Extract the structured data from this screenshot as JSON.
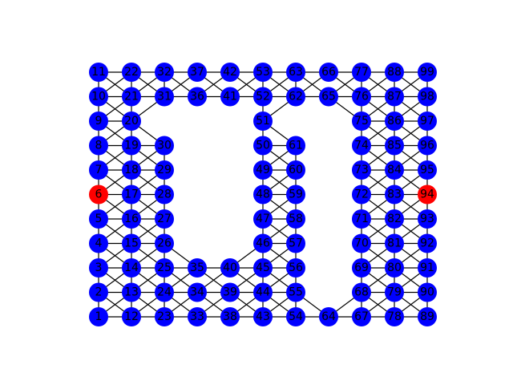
{
  "colors": {
    "node_default": "#0000ff",
    "node_highlight": "#ff0000",
    "edge": "#000000",
    "label": "#000000",
    "background": "#ffffff"
  },
  "highlighted_nodes": [
    "6",
    "94"
  ],
  "nodes": [
    {
      "id": "1",
      "col": 0,
      "row": 0
    },
    {
      "id": "2",
      "col": 0,
      "row": 1
    },
    {
      "id": "3",
      "col": 0,
      "row": 2
    },
    {
      "id": "4",
      "col": 0,
      "row": 3
    },
    {
      "id": "5",
      "col": 0,
      "row": 4
    },
    {
      "id": "6",
      "col": 0,
      "row": 5
    },
    {
      "id": "7",
      "col": 0,
      "row": 6
    },
    {
      "id": "8",
      "col": 0,
      "row": 7
    },
    {
      "id": "9",
      "col": 0,
      "row": 8
    },
    {
      "id": "10",
      "col": 0,
      "row": 9
    },
    {
      "id": "11",
      "col": 0,
      "row": 10
    },
    {
      "id": "12",
      "col": 1,
      "row": 0
    },
    {
      "id": "13",
      "col": 1,
      "row": 1
    },
    {
      "id": "14",
      "col": 1,
      "row": 2
    },
    {
      "id": "15",
      "col": 1,
      "row": 3
    },
    {
      "id": "16",
      "col": 1,
      "row": 4
    },
    {
      "id": "17",
      "col": 1,
      "row": 5
    },
    {
      "id": "18",
      "col": 1,
      "row": 6
    },
    {
      "id": "19",
      "col": 1,
      "row": 7
    },
    {
      "id": "20",
      "col": 1,
      "row": 8
    },
    {
      "id": "21",
      "col": 1,
      "row": 9
    },
    {
      "id": "22",
      "col": 1,
      "row": 10
    },
    {
      "id": "23",
      "col": 2,
      "row": 0
    },
    {
      "id": "24",
      "col": 2,
      "row": 1
    },
    {
      "id": "25",
      "col": 2,
      "row": 2
    },
    {
      "id": "26",
      "col": 2,
      "row": 3
    },
    {
      "id": "27",
      "col": 2,
      "row": 4
    },
    {
      "id": "28",
      "col": 2,
      "row": 5
    },
    {
      "id": "29",
      "col": 2,
      "row": 6
    },
    {
      "id": "30",
      "col": 2,
      "row": 7
    },
    {
      "id": "31",
      "col": 2,
      "row": 9
    },
    {
      "id": "32",
      "col": 2,
      "row": 10
    },
    {
      "id": "33",
      "col": 3,
      "row": 0
    },
    {
      "id": "34",
      "col": 3,
      "row": 1
    },
    {
      "id": "35",
      "col": 3,
      "row": 2
    },
    {
      "id": "36",
      "col": 3,
      "row": 9
    },
    {
      "id": "37",
      "col": 3,
      "row": 10
    },
    {
      "id": "38",
      "col": 4,
      "row": 0
    },
    {
      "id": "39",
      "col": 4,
      "row": 1
    },
    {
      "id": "40",
      "col": 4,
      "row": 2
    },
    {
      "id": "41",
      "col": 4,
      "row": 9
    },
    {
      "id": "42",
      "col": 4,
      "row": 10
    },
    {
      "id": "43",
      "col": 5,
      "row": 0
    },
    {
      "id": "44",
      "col": 5,
      "row": 1
    },
    {
      "id": "45",
      "col": 5,
      "row": 2
    },
    {
      "id": "46",
      "col": 5,
      "row": 3
    },
    {
      "id": "47",
      "col": 5,
      "row": 4
    },
    {
      "id": "48",
      "col": 5,
      "row": 5
    },
    {
      "id": "49",
      "col": 5,
      "row": 6
    },
    {
      "id": "50",
      "col": 5,
      "row": 7
    },
    {
      "id": "51",
      "col": 5,
      "row": 8
    },
    {
      "id": "52",
      "col": 5,
      "row": 9
    },
    {
      "id": "53",
      "col": 5,
      "row": 10
    },
    {
      "id": "54",
      "col": 6,
      "row": 0
    },
    {
      "id": "55",
      "col": 6,
      "row": 1
    },
    {
      "id": "56",
      "col": 6,
      "row": 2
    },
    {
      "id": "57",
      "col": 6,
      "row": 3
    },
    {
      "id": "58",
      "col": 6,
      "row": 4
    },
    {
      "id": "59",
      "col": 6,
      "row": 5
    },
    {
      "id": "60",
      "col": 6,
      "row": 6
    },
    {
      "id": "61",
      "col": 6,
      "row": 7
    },
    {
      "id": "62",
      "col": 6,
      "row": 9
    },
    {
      "id": "63",
      "col": 6,
      "row": 10
    },
    {
      "id": "64",
      "col": 7,
      "row": 0
    },
    {
      "id": "65",
      "col": 7,
      "row": 9
    },
    {
      "id": "66",
      "col": 7,
      "row": 10
    },
    {
      "id": "67",
      "col": 8,
      "row": 0
    },
    {
      "id": "68",
      "col": 8,
      "row": 1
    },
    {
      "id": "69",
      "col": 8,
      "row": 2
    },
    {
      "id": "70",
      "col": 8,
      "row": 3
    },
    {
      "id": "71",
      "col": 8,
      "row": 4
    },
    {
      "id": "72",
      "col": 8,
      "row": 5
    },
    {
      "id": "73",
      "col": 8,
      "row": 6
    },
    {
      "id": "74",
      "col": 8,
      "row": 7
    },
    {
      "id": "75",
      "col": 8,
      "row": 8
    },
    {
      "id": "76",
      "col": 8,
      "row": 9
    },
    {
      "id": "77",
      "col": 8,
      "row": 10
    },
    {
      "id": "78",
      "col": 9,
      "row": 0
    },
    {
      "id": "79",
      "col": 9,
      "row": 1
    },
    {
      "id": "80",
      "col": 9,
      "row": 2
    },
    {
      "id": "81",
      "col": 9,
      "row": 3
    },
    {
      "id": "82",
      "col": 9,
      "row": 4
    },
    {
      "id": "83",
      "col": 9,
      "row": 5
    },
    {
      "id": "84",
      "col": 9,
      "row": 6
    },
    {
      "id": "85",
      "col": 9,
      "row": 7
    },
    {
      "id": "86",
      "col": 9,
      "row": 8
    },
    {
      "id": "87",
      "col": 9,
      "row": 9
    },
    {
      "id": "88",
      "col": 9,
      "row": 10
    },
    {
      "id": "89",
      "col": 10,
      "row": 0
    },
    {
      "id": "90",
      "col": 10,
      "row": 1
    },
    {
      "id": "91",
      "col": 10,
      "row": 2
    },
    {
      "id": "92",
      "col": 10,
      "row": 3
    },
    {
      "id": "93",
      "col": 10,
      "row": 4
    },
    {
      "id": "94",
      "col": 10,
      "row": 5
    },
    {
      "id": "95",
      "col": 10,
      "row": 6
    },
    {
      "id": "96",
      "col": 10,
      "row": 7
    },
    {
      "id": "97",
      "col": 10,
      "row": 8
    },
    {
      "id": "98",
      "col": 10,
      "row": 9
    },
    {
      "id": "99",
      "col": 10,
      "row": 10
    }
  ],
  "edges": [
    [
      "1",
      "2"
    ],
    [
      "2",
      "3"
    ],
    [
      "3",
      "4"
    ],
    [
      "4",
      "5"
    ],
    [
      "5",
      "6"
    ],
    [
      "6",
      "7"
    ],
    [
      "7",
      "8"
    ],
    [
      "8",
      "9"
    ],
    [
      "9",
      "10"
    ],
    [
      "10",
      "11"
    ],
    [
      "12",
      "13"
    ],
    [
      "13",
      "14"
    ],
    [
      "14",
      "15"
    ],
    [
      "15",
      "16"
    ],
    [
      "16",
      "17"
    ],
    [
      "17",
      "18"
    ],
    [
      "18",
      "19"
    ],
    [
      "19",
      "20"
    ],
    [
      "20",
      "21"
    ],
    [
      "21",
      "22"
    ],
    [
      "23",
      "24"
    ],
    [
      "24",
      "25"
    ],
    [
      "25",
      "26"
    ],
    [
      "26",
      "27"
    ],
    [
      "27",
      "28"
    ],
    [
      "28",
      "29"
    ],
    [
      "29",
      "30"
    ],
    [
      "31",
      "32"
    ],
    [
      "43",
      "44"
    ],
    [
      "44",
      "45"
    ],
    [
      "45",
      "46"
    ],
    [
      "46",
      "47"
    ],
    [
      "47",
      "48"
    ],
    [
      "48",
      "49"
    ],
    [
      "49",
      "50"
    ],
    [
      "50",
      "51"
    ],
    [
      "51",
      "52"
    ],
    [
      "52",
      "53"
    ],
    [
      "54",
      "55"
    ],
    [
      "55",
      "56"
    ],
    [
      "56",
      "57"
    ],
    [
      "57",
      "58"
    ],
    [
      "58",
      "59"
    ],
    [
      "59",
      "60"
    ],
    [
      "60",
      "61"
    ],
    [
      "62",
      "63"
    ],
    [
      "67",
      "68"
    ],
    [
      "68",
      "69"
    ],
    [
      "69",
      "70"
    ],
    [
      "70",
      "71"
    ],
    [
      "71",
      "72"
    ],
    [
      "72",
      "73"
    ],
    [
      "73",
      "74"
    ],
    [
      "74",
      "75"
    ],
    [
      "75",
      "76"
    ],
    [
      "76",
      "77"
    ],
    [
      "78",
      "79"
    ],
    [
      "79",
      "80"
    ],
    [
      "80",
      "81"
    ],
    [
      "81",
      "82"
    ],
    [
      "82",
      "83"
    ],
    [
      "83",
      "84"
    ],
    [
      "84",
      "85"
    ],
    [
      "85",
      "86"
    ],
    [
      "86",
      "87"
    ],
    [
      "87",
      "88"
    ],
    [
      "89",
      "90"
    ],
    [
      "90",
      "91"
    ],
    [
      "91",
      "92"
    ],
    [
      "92",
      "93"
    ],
    [
      "93",
      "94"
    ],
    [
      "94",
      "95"
    ],
    [
      "95",
      "96"
    ],
    [
      "96",
      "97"
    ],
    [
      "97",
      "98"
    ],
    [
      "98",
      "99"
    ],
    [
      "1",
      "12"
    ],
    [
      "12",
      "23"
    ],
    [
      "23",
      "33"
    ],
    [
      "33",
      "38"
    ],
    [
      "38",
      "43"
    ],
    [
      "43",
      "54"
    ],
    [
      "54",
      "64"
    ],
    [
      "64",
      "67"
    ],
    [
      "67",
      "78"
    ],
    [
      "78",
      "89"
    ],
    [
      "2",
      "13"
    ],
    [
      "13",
      "24"
    ],
    [
      "24",
      "34"
    ],
    [
      "34",
      "39"
    ],
    [
      "39",
      "44"
    ],
    [
      "44",
      "55"
    ],
    [
      "68",
      "79"
    ],
    [
      "79",
      "90"
    ],
    [
      "3",
      "14"
    ],
    [
      "14",
      "25"
    ],
    [
      "25",
      "35"
    ],
    [
      "35",
      "40"
    ],
    [
      "40",
      "45"
    ],
    [
      "45",
      "56"
    ],
    [
      "69",
      "80"
    ],
    [
      "80",
      "91"
    ],
    [
      "4",
      "15"
    ],
    [
      "15",
      "26"
    ],
    [
      "46",
      "57"
    ],
    [
      "70",
      "81"
    ],
    [
      "81",
      "92"
    ],
    [
      "5",
      "16"
    ],
    [
      "16",
      "27"
    ],
    [
      "47",
      "58"
    ],
    [
      "71",
      "82"
    ],
    [
      "82",
      "93"
    ],
    [
      "6",
      "17"
    ],
    [
      "17",
      "28"
    ],
    [
      "48",
      "59"
    ],
    [
      "72",
      "83"
    ],
    [
      "83",
      "94"
    ],
    [
      "7",
      "18"
    ],
    [
      "18",
      "29"
    ],
    [
      "49",
      "60"
    ],
    [
      "73",
      "84"
    ],
    [
      "84",
      "95"
    ],
    [
      "8",
      "19"
    ],
    [
      "19",
      "30"
    ],
    [
      "50",
      "61"
    ],
    [
      "74",
      "85"
    ],
    [
      "85",
      "96"
    ],
    [
      "9",
      "20"
    ],
    [
      "75",
      "86"
    ],
    [
      "86",
      "97"
    ],
    [
      "10",
      "21"
    ],
    [
      "21",
      "31"
    ],
    [
      "31",
      "36"
    ],
    [
      "36",
      "41"
    ],
    [
      "41",
      "52"
    ],
    [
      "52",
      "62"
    ],
    [
      "62",
      "65"
    ],
    [
      "65",
      "76"
    ],
    [
      "76",
      "87"
    ],
    [
      "87",
      "98"
    ],
    [
      "11",
      "22"
    ],
    [
      "22",
      "32"
    ],
    [
      "32",
      "37"
    ],
    [
      "37",
      "42"
    ],
    [
      "42",
      "53"
    ],
    [
      "53",
      "63"
    ],
    [
      "63",
      "66"
    ],
    [
      "66",
      "77"
    ],
    [
      "77",
      "88"
    ],
    [
      "88",
      "99"
    ],
    [
      "1",
      "13"
    ],
    [
      "2",
      "12"
    ],
    [
      "2",
      "14"
    ],
    [
      "3",
      "13"
    ],
    [
      "3",
      "15"
    ],
    [
      "4",
      "14"
    ],
    [
      "4",
      "16"
    ],
    [
      "5",
      "15"
    ],
    [
      "5",
      "17"
    ],
    [
      "6",
      "16"
    ],
    [
      "6",
      "18"
    ],
    [
      "7",
      "17"
    ],
    [
      "7",
      "19"
    ],
    [
      "8",
      "18"
    ],
    [
      "8",
      "20"
    ],
    [
      "9",
      "19"
    ],
    [
      "9",
      "21"
    ],
    [
      "10",
      "20"
    ],
    [
      "10",
      "22"
    ],
    [
      "11",
      "21"
    ],
    [
      "12",
      "24"
    ],
    [
      "13",
      "23"
    ],
    [
      "13",
      "25"
    ],
    [
      "14",
      "24"
    ],
    [
      "14",
      "26"
    ],
    [
      "15",
      "25"
    ],
    [
      "15",
      "27"
    ],
    [
      "16",
      "26"
    ],
    [
      "16",
      "28"
    ],
    [
      "17",
      "27"
    ],
    [
      "17",
      "29"
    ],
    [
      "18",
      "28"
    ],
    [
      "18",
      "30"
    ],
    [
      "19",
      "29"
    ],
    [
      "20",
      "30"
    ],
    [
      "20",
      "31"
    ],
    [
      "21",
      "32"
    ],
    [
      "22",
      "31"
    ],
    [
      "23",
      "34"
    ],
    [
      "24",
      "33"
    ],
    [
      "24",
      "35"
    ],
    [
      "25",
      "34"
    ],
    [
      "26",
      "35"
    ],
    [
      "33",
      "39"
    ],
    [
      "34",
      "38"
    ],
    [
      "34",
      "40"
    ],
    [
      "35",
      "39"
    ],
    [
      "38",
      "44"
    ],
    [
      "39",
      "43"
    ],
    [
      "39",
      "45"
    ],
    [
      "40",
      "44"
    ],
    [
      "40",
      "46"
    ],
    [
      "43",
      "55"
    ],
    [
      "44",
      "54"
    ],
    [
      "44",
      "56"
    ],
    [
      "45",
      "55"
    ],
    [
      "45",
      "57"
    ],
    [
      "46",
      "56"
    ],
    [
      "46",
      "58"
    ],
    [
      "47",
      "57"
    ],
    [
      "47",
      "59"
    ],
    [
      "48",
      "58"
    ],
    [
      "48",
      "60"
    ],
    [
      "49",
      "59"
    ],
    [
      "49",
      "61"
    ],
    [
      "50",
      "60"
    ],
    [
      "51",
      "61"
    ],
    [
      "51",
      "62"
    ],
    [
      "52",
      "63"
    ],
    [
      "53",
      "62"
    ],
    [
      "31",
      "37"
    ],
    [
      "32",
      "36"
    ],
    [
      "36",
      "42"
    ],
    [
      "37",
      "41"
    ],
    [
      "41",
      "53"
    ],
    [
      "42",
      "52"
    ],
    [
      "62",
      "66"
    ],
    [
      "63",
      "65"
    ],
    [
      "65",
      "77"
    ],
    [
      "66",
      "76"
    ],
    [
      "55",
      "64"
    ],
    [
      "64",
      "68"
    ],
    [
      "75",
      "65"
    ],
    [
      "67",
      "79"
    ],
    [
      "68",
      "78"
    ],
    [
      "68",
      "80"
    ],
    [
      "69",
      "79"
    ],
    [
      "69",
      "81"
    ],
    [
      "70",
      "80"
    ],
    [
      "70",
      "82"
    ],
    [
      "71",
      "81"
    ],
    [
      "71",
      "83"
    ],
    [
      "72",
      "82"
    ],
    [
      "72",
      "84"
    ],
    [
      "73",
      "83"
    ],
    [
      "73",
      "85"
    ],
    [
      "74",
      "84"
    ],
    [
      "74",
      "86"
    ],
    [
      "75",
      "85"
    ],
    [
      "75",
      "87"
    ],
    [
      "76",
      "86"
    ],
    [
      "76",
      "88"
    ],
    [
      "77",
      "87"
    ],
    [
      "78",
      "90"
    ],
    [
      "79",
      "89"
    ],
    [
      "79",
      "91"
    ],
    [
      "80",
      "90"
    ],
    [
      "80",
      "92"
    ],
    [
      "81",
      "91"
    ],
    [
      "81",
      "93"
    ],
    [
      "82",
      "92"
    ],
    [
      "82",
      "94"
    ],
    [
      "83",
      "93"
    ],
    [
      "83",
      "95"
    ],
    [
      "84",
      "94"
    ],
    [
      "84",
      "96"
    ],
    [
      "85",
      "95"
    ],
    [
      "85",
      "97"
    ],
    [
      "86",
      "96"
    ],
    [
      "86",
      "98"
    ],
    [
      "87",
      "97"
    ],
    [
      "87",
      "99"
    ],
    [
      "88",
      "98"
    ]
  ]
}
